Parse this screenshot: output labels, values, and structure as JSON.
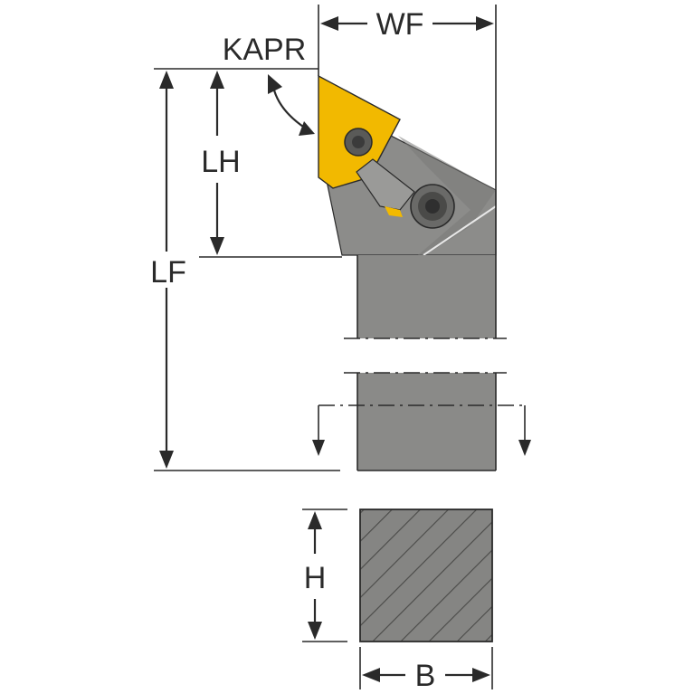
{
  "labels": {
    "wf": "WF",
    "kapr": "KAPR",
    "lh": "LH",
    "lf": "LF",
    "h": "H",
    "b": "B"
  },
  "colors": {
    "insert": "#f2b900",
    "holder_body": "#8c8c8a",
    "shank": "#8a8a88",
    "section_hatch": "#6f6f6d",
    "line": "#2a2a2a",
    "screw": "#3b3b3b"
  }
}
